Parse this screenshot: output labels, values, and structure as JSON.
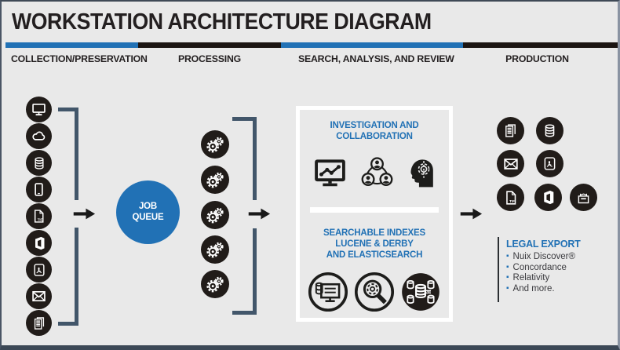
{
  "title": "WORKSTATION ARCHITECTURE DIAGRAM",
  "phases": {
    "collection": "COLLECTION/PRESERVATION",
    "processing": "PROCESSING",
    "search": "SEARCH, ANALYSIS, AND REVIEW",
    "production": "PRODUCTION"
  },
  "collection": {
    "source_icons": [
      "desktop-computer",
      "cloud",
      "database",
      "mobile-phone",
      "tif-document",
      "microsoft-office",
      "pdf-document",
      "email",
      "records"
    ]
  },
  "job_queue": {
    "line1": "JOB",
    "line2": "QUEUE"
  },
  "processing": {
    "worker_icons": [
      "gears",
      "gears",
      "gears",
      "gears",
      "gears"
    ]
  },
  "search_review": {
    "investigation": {
      "line1": "INVESTIGATION AND",
      "line2": "COLLABORATION",
      "icons": [
        "analytics-monitor",
        "collaboration-people",
        "intelligence-head"
      ]
    },
    "indexes": {
      "line1": "SEARCHABLE INDEXES",
      "line2": "LUCENE & DERBY",
      "line3": "AND ELASTICSEARCH",
      "icons": [
        "index-monitor-database",
        "forensic-search",
        "nuix-database-cluster"
      ]
    }
  },
  "production": {
    "output_icons": [
      "records",
      "database",
      "email",
      "pdf-document",
      "tif-document",
      "microsoft-office",
      "export-box"
    ],
    "legal_export": {
      "title": "LEGAL EXPORT",
      "items": [
        "Nuix Discover®",
        "Concordance",
        "Relativity",
        "And more."
      ]
    }
  },
  "colors": {
    "accent_blue": "#2171B5",
    "icon_dark": "#211C19",
    "bracket_slate": "#42566A",
    "background": "#E9E9E9",
    "heading_dark": "#231F20"
  }
}
